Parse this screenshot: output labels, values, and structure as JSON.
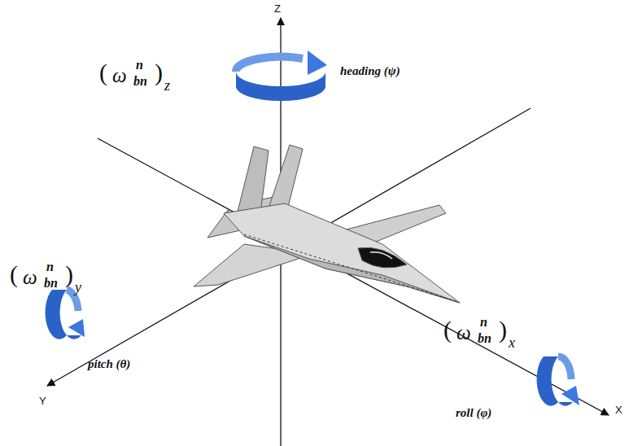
{
  "diagram": {
    "labels": [
      "Z",
      "(",
      "ω",
      "n",
      "bn",
      ")",
      "z",
      "heading (ψ)",
      "(",
      "ω",
      "n",
      "bn",
      ")",
      "y",
      "pitch (θ)",
      "(",
      "ω",
      "n",
      "bn",
      ")",
      "x",
      "roll (φ)",
      "Y",
      "X"
    ]
  }
}
